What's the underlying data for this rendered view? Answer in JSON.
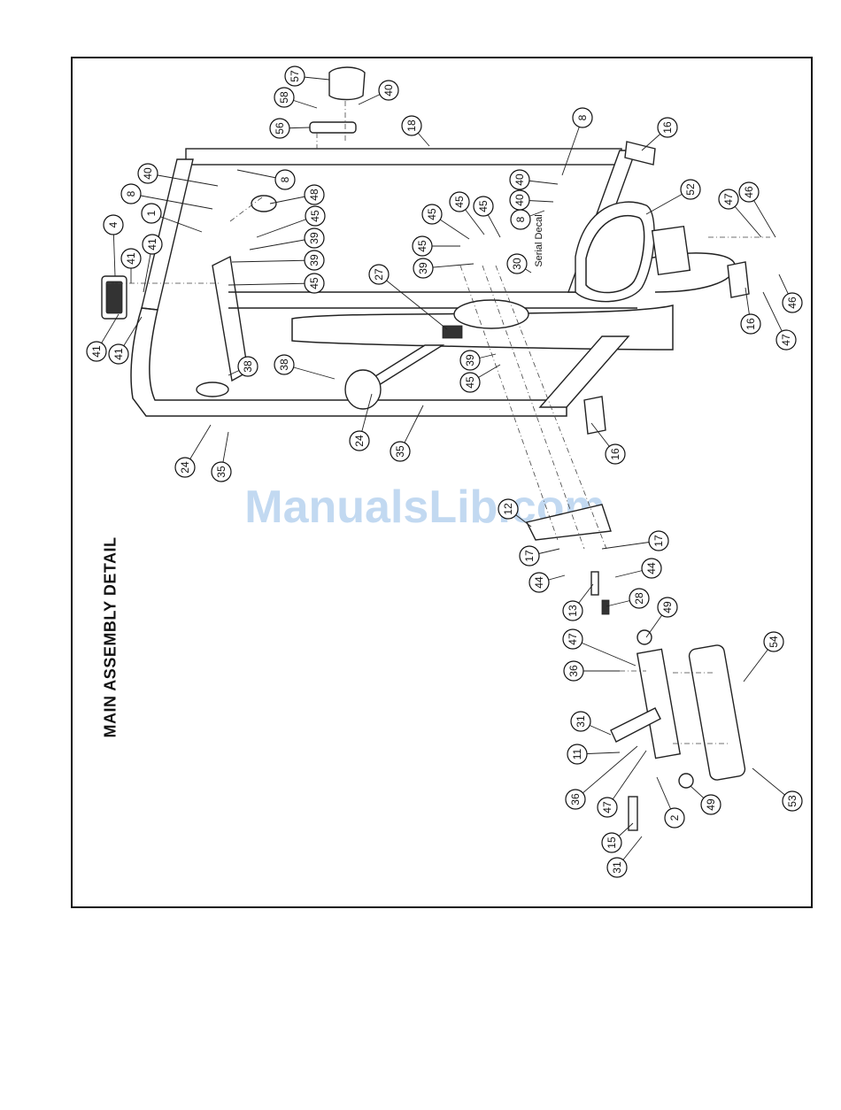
{
  "title": "MAIN ASSEMBLY DETAIL",
  "watermark": "ManualsLib.com",
  "serial_label": "Serial Decal",
  "callouts": [
    {
      "label": "57"
    },
    {
      "label": "58"
    },
    {
      "label": "40"
    },
    {
      "label": "56"
    },
    {
      "label": "18"
    },
    {
      "label": "8"
    },
    {
      "label": "16"
    },
    {
      "label": "40"
    },
    {
      "label": "8"
    },
    {
      "label": "48"
    },
    {
      "label": "45"
    },
    {
      "label": "39"
    },
    {
      "label": "39"
    },
    {
      "label": "45"
    },
    {
      "label": "1"
    },
    {
      "label": "4"
    },
    {
      "label": "41"
    },
    {
      "label": "41"
    },
    {
      "label": "41"
    },
    {
      "label": "41"
    },
    {
      "label": "45"
    },
    {
      "label": "45"
    },
    {
      "label": "45"
    },
    {
      "label": "45"
    },
    {
      "label": "39"
    },
    {
      "label": "40"
    },
    {
      "label": "8"
    },
    {
      "label": "8"
    },
    {
      "label": "40"
    },
    {
      "label": "52"
    },
    {
      "label": "47"
    },
    {
      "label": "46"
    },
    {
      "label": "30"
    },
    {
      "label": "27"
    },
    {
      "label": "38"
    },
    {
      "label": "38"
    },
    {
      "label": "24"
    },
    {
      "label": "35"
    },
    {
      "label": "24"
    },
    {
      "label": "35"
    },
    {
      "label": "39"
    },
    {
      "label": "45"
    },
    {
      "label": "16"
    },
    {
      "label": "16"
    },
    {
      "label": "47"
    },
    {
      "label": "46"
    },
    {
      "label": "12"
    },
    {
      "label": "17"
    },
    {
      "label": "17"
    },
    {
      "label": "44"
    },
    {
      "label": "44"
    },
    {
      "label": "13"
    },
    {
      "label": "28"
    },
    {
      "label": "49"
    },
    {
      "label": "47"
    },
    {
      "label": "54"
    },
    {
      "label": "36"
    },
    {
      "label": "31"
    },
    {
      "label": "11"
    },
    {
      "label": "36"
    },
    {
      "label": "47"
    },
    {
      "label": "2"
    },
    {
      "label": "49"
    },
    {
      "label": "53"
    },
    {
      "label": "15"
    },
    {
      "label": "31"
    }
  ]
}
